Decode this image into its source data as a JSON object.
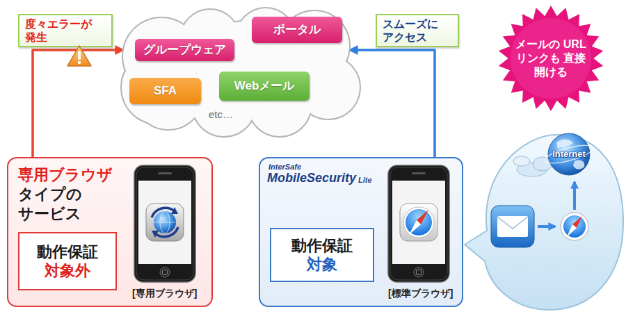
{
  "diagram": {
    "nodes": [
      {
        "text": [
          "etc…"
        ]
      },
      {
        "text": [
          "グループウェア"
        ],
        "in": 0
      },
      {
        "text": [
          "ポータル"
        ],
        "in": 0
      },
      {
        "text": [
          "SFA"
        ],
        "in": 0
      },
      {
        "text": [
          "Webメール"
        ],
        "in": 0
      },
      {
        "text": [
          "度々エラーが 発生"
        ]
      },
      {
        "text": [
          "スムーズに アクセス"
        ]
      },
      {
        "text": [
          "専用ブラウザ",
          "タイプの サービス",
          "[専用ブラウザ]"
        ]
      },
      {
        "text": [
          "動作保証",
          "対象外"
        ],
        "in": 7
      },
      {
        "text": [
          "InterSafe",
          "MobileSecurity",
          "Lite",
          "[標準ブラウザ]"
        ]
      },
      {
        "text": [
          "動作保証",
          "対象"
        ],
        "in": 9
      },
      {
        "text": [
          "メールの URLリンクも 直接開ける"
        ]
      }
    ],
    "edges": [
      {
        "from": 7,
        "to": 0,
        "arrow": "to"
      },
      {
        "from": 9,
        "to": 0,
        "arrow": "to"
      }
    ],
    "labels": [
      "Internet"
    ]
  }
}
